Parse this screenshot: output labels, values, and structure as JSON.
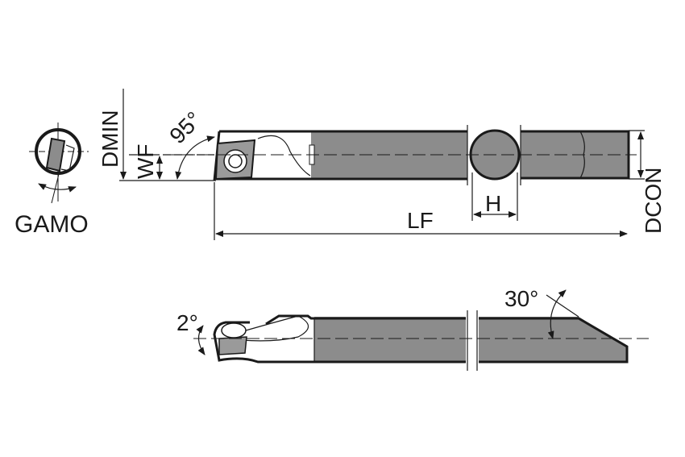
{
  "labels": {
    "dmin": "DMIN",
    "wf": "WF",
    "angle_95": "95°",
    "gamo": "GAMO",
    "lf": "LF",
    "h": "H",
    "dcon": "DCON",
    "angle_2": "2°",
    "angle_30": "30°"
  },
  "colors": {
    "line": "#1a1a1a",
    "shank_fill": "#8c8c8c",
    "insert_fill": "#9a9a9a"
  }
}
